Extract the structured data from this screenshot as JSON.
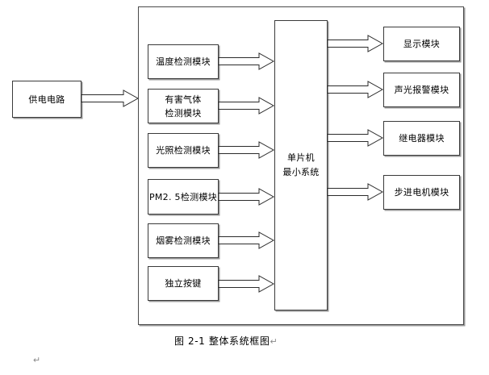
{
  "diagram": {
    "caption": "图 2-1 整体系统框图",
    "caption_return_mark": "↵",
    "stray_return_mark": "↵",
    "power_block": {
      "label": "供电电路",
      "name": "power-supply-circuit"
    },
    "container": {
      "name": "system-boundary"
    },
    "controller": {
      "label": "单片机\n最小系统",
      "name": "mcu-minimum-system"
    },
    "inputs": [
      {
        "label": "温度检测模块",
        "name": "temperature-detection-module"
      },
      {
        "label": "有害气体\n检测模块",
        "name": "harmful-gas-detection-module"
      },
      {
        "label": "光照检测模块",
        "name": "light-detection-module"
      },
      {
        "label": "PM2. 5检测模块",
        "name": "pm25-detection-module"
      },
      {
        "label": "烟雾检测模块",
        "name": "smoke-detection-module"
      },
      {
        "label": "独立按键",
        "name": "independent-keys-module"
      }
    ],
    "outputs": [
      {
        "label": "显示模块",
        "name": "display-module"
      },
      {
        "label": "声光报警模块",
        "name": "audible-visual-alarm-module"
      },
      {
        "label": "继电器模块",
        "name": "relay-module"
      },
      {
        "label": "步进电机模块",
        "name": "stepper-motor-module"
      }
    ],
    "colors": {
      "line": "#3a3a3a",
      "shadow": "#9a9a9a",
      "background": "#ffffff",
      "text": "#000000"
    }
  }
}
